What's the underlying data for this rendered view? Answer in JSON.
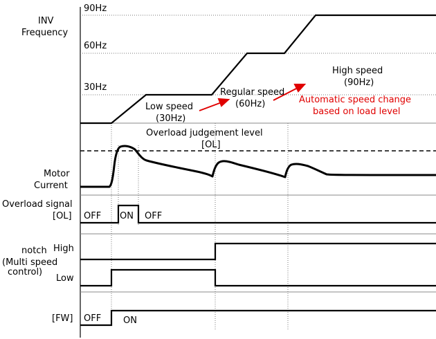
{
  "frequency_axis": {
    "title_line1": "INV",
    "title_line2": "Frequency",
    "tick_90": "90Hz",
    "tick_60": "60Hz",
    "tick_30": "30Hz"
  },
  "speed_labels": {
    "low_line1": "Low speed",
    "low_line2": "(30Hz)",
    "regular_line1": "Regular speed",
    "regular_line2": "(60Hz)",
    "high_line1": "High speed",
    "high_line2": "(90Hz)"
  },
  "annotation": {
    "line1": "Automatic speed change",
    "line2": "based on load level",
    "color": "#e00000"
  },
  "overload_level": {
    "line1": "Overload judgement level",
    "line2": "[OL]"
  },
  "motor_current": {
    "line1": "Motor",
    "line2": "Current"
  },
  "overload_signal": {
    "line1": "Overload signal",
    "line2": "[OL]",
    "off_before": "OFF",
    "on": "ON",
    "off_after": "OFF"
  },
  "notch": {
    "line1": "notch",
    "line2": "(Multi speed",
    "line3": "control)",
    "high": "High",
    "low": "Low"
  },
  "forward": {
    "label": "[FW]",
    "off": "OFF",
    "on": "ON"
  }
}
